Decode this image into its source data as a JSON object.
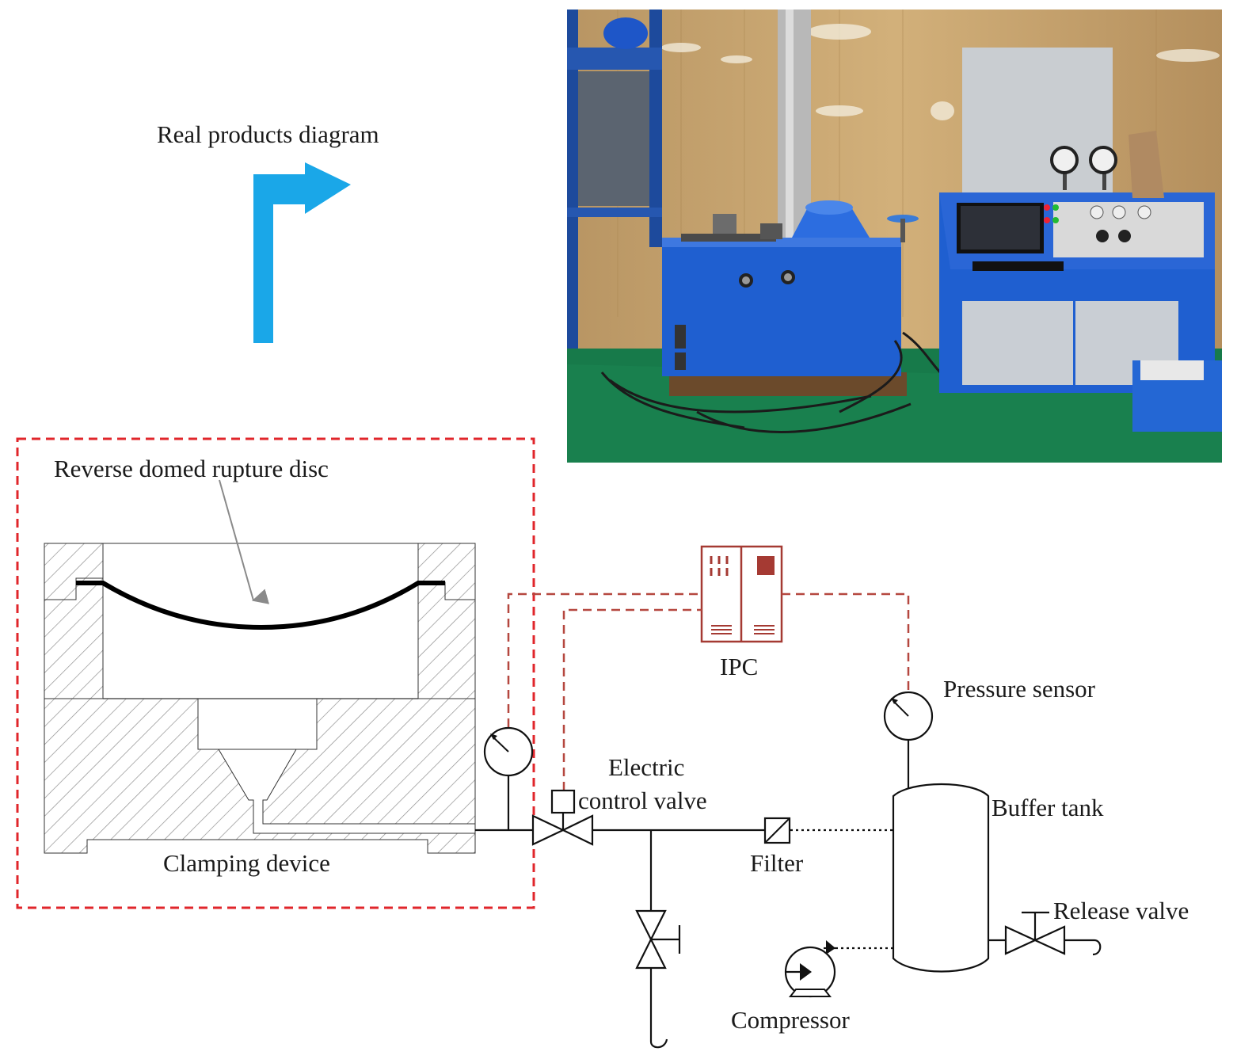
{
  "labels": {
    "real_products": "Real products diagram",
    "rupture_disc": "Reverse domed rupture disc",
    "clamping_device": "Clamping device",
    "ipc": "IPC",
    "pressure_sensor": "Pressure sensor",
    "electric_line1": "Electric",
    "electric_line2": "control valve",
    "buffer_tank": "Buffer tank",
    "filter": "Filter",
    "release_valve": "Release valve",
    "compressor": "Compressor"
  },
  "colors": {
    "arrow": "#1aa7e8",
    "dashed_box": "#e0262b",
    "signal_line": "#b5473f",
    "ipc": "#a53a33",
    "ink": "#111111",
    "hatch": "#8a8a8a",
    "equipment_blue": "#1f5fd0",
    "floor_green": "#177a4a",
    "wall_wood": "#c6a36a"
  }
}
